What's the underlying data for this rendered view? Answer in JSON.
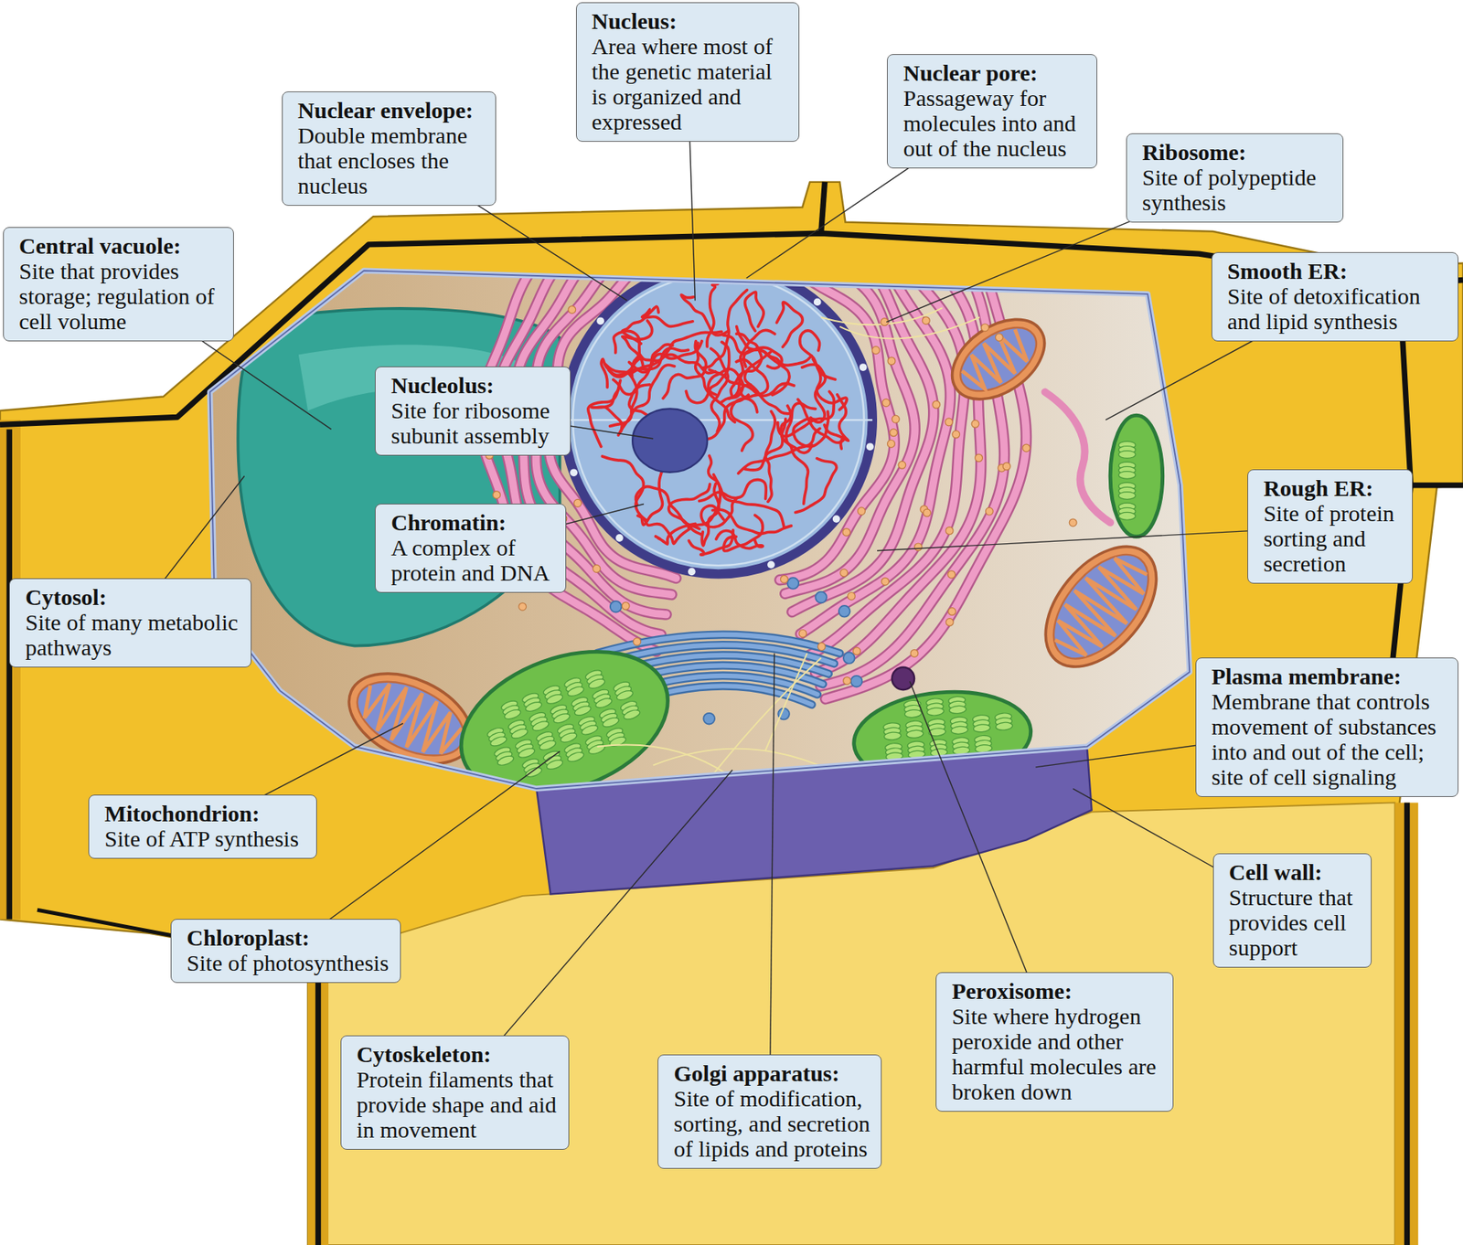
{
  "diagram": {
    "nodes": [
      {
        "text": [
          "Nucleus:",
          "Area where most of the genetic material is organized and expressed"
        ]
      },
      {
        "text": [
          "Nuclear pore:",
          "Passageway for molecules into and out of the nucleus"
        ]
      },
      {
        "text": [
          "Nuclear envelope:",
          "Double membrane that encloses the nucleus"
        ]
      },
      {
        "text": [
          "Ribosome:",
          "Site of polypeptide synthesis"
        ]
      },
      {
        "text": [
          "Central vacuole:",
          "Site that provides storage; regulation of cell volume"
        ]
      },
      {
        "text": [
          "Smooth ER:",
          "Site of detoxification and lipid synthesis"
        ]
      },
      {
        "text": [
          "Nucleolus:",
          "Site for ribosome subunit assembly"
        ]
      },
      {
        "text": [
          "Rough ER:",
          "Site of protein sorting and secretion"
        ]
      },
      {
        "text": [
          "Chromatin:",
          "A complex of protein and DNA"
        ]
      },
      {
        "text": [
          "Cytosol:",
          "Site of many metabolic pathways"
        ]
      },
      {
        "text": [
          "Plasma membrane:",
          "Membrane that controls movement of substances into and out of the cell; site of cell signaling"
        ]
      },
      {
        "text": [
          "Mitochondrion:",
          "Site of ATP synthesis"
        ]
      },
      {
        "text": [
          "Cell wall:",
          "Structure that provides cell support"
        ]
      },
      {
        "text": [
          "Chloroplast:",
          "Site of photosynthesis"
        ]
      },
      {
        "text": [
          "Peroxisome:",
          "Site where hydrogen peroxide and other harmful molecules are broken down"
        ]
      },
      {
        "text": [
          "Cytoskeleton:",
          "Protein filaments that provide shape and aid in movement"
        ]
      },
      {
        "text": [
          "Golgi apparatus:",
          "Site of modification, sorting, and secretion of lipids and proteins"
        ]
      }
    ]
  }
}
